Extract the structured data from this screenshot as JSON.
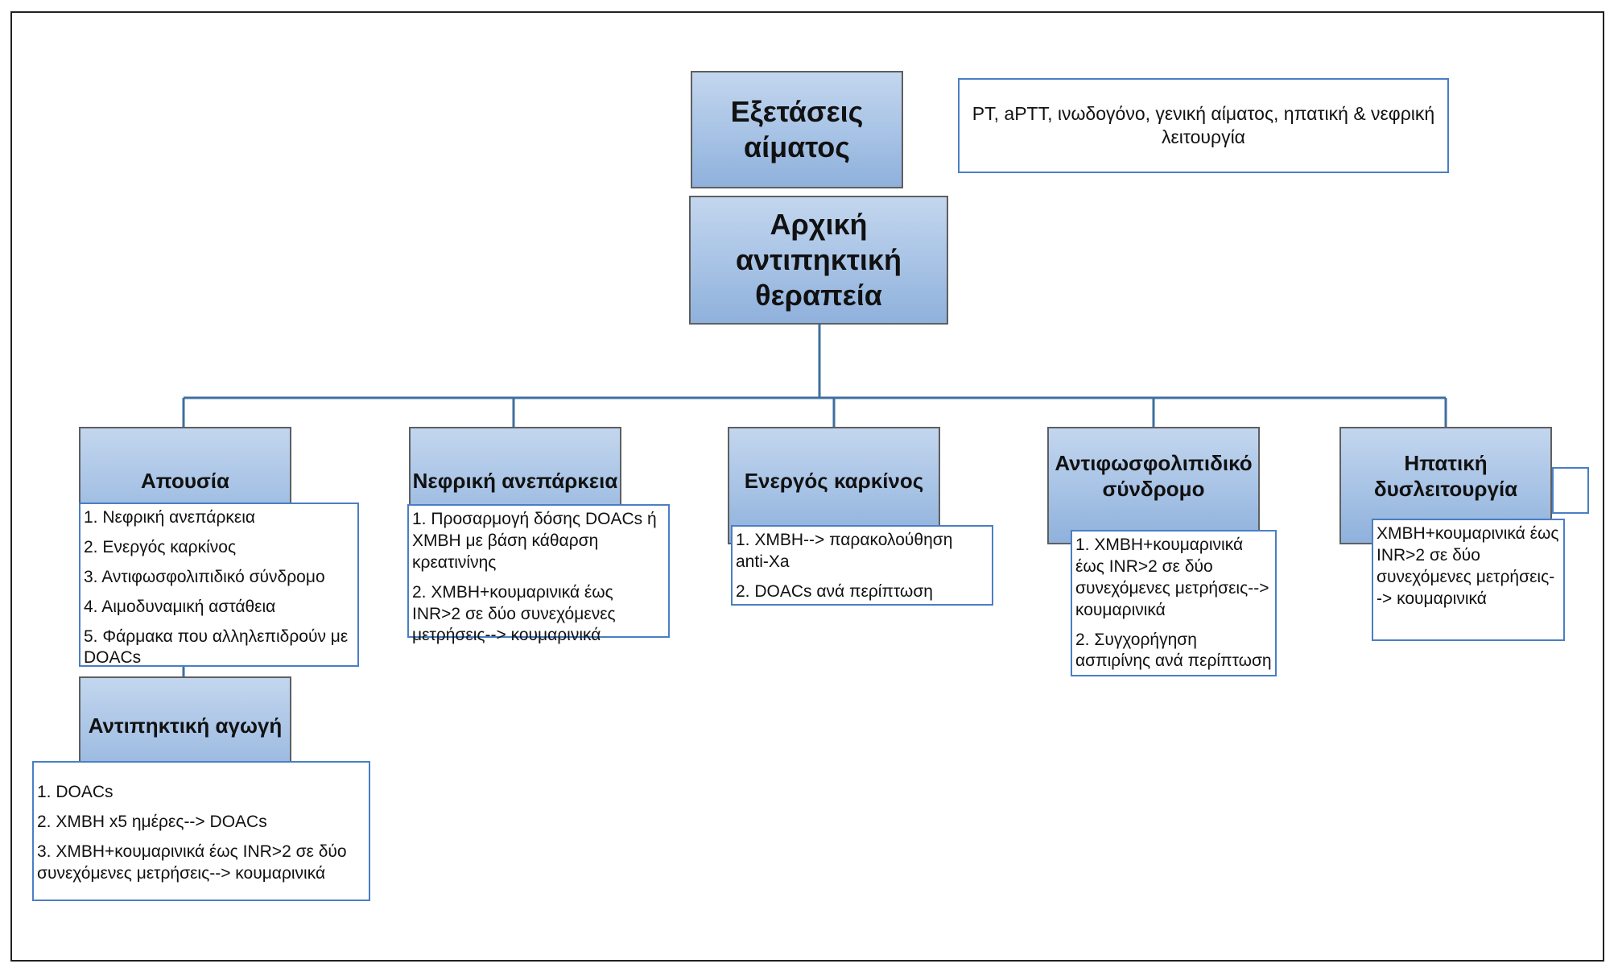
{
  "diagram": {
    "root": {
      "title": "Αρχική αντιπηκτική θεραπεία",
      "pre_step": "Εξετάσεις αίματος",
      "pre_step_note": "PT, aPTT, ινωδογόνο, γενική αίματος, ηπατική & νεφρική λειτουργία"
    },
    "branches": [
      {
        "title": "Απουσία",
        "items": [
          "1. Νεφρική ανεπάρκεια",
          "2. Ενεργός καρκίνος",
          "3. Αντιφωσφολιπιδικό σύνδρομο",
          "4. Αιμοδυναμική αστάθεια",
          "5. Φάρμακα που αλληλεπιδρούν με DOACs"
        ],
        "child": {
          "title": "Αντιπηκτική αγωγή",
          "items": [
            "1. DOACs",
            "2. ΧΜΒΗ x5 ημέρες--> DOACs",
            "3. ΧΜΒΗ+κουμαρινικά έως INR>2 σε δύο συνεχόμενες μετρήσεις--> κουμαρινικά"
          ]
        }
      },
      {
        "title": "Νεφρική ανεπάρκεια",
        "items": [
          "1. Προσαρμογή δόσης DOACs ή ΧΜΒΗ με βάση κάθαρση κρεατινίνης",
          "2. ΧΜΒΗ+κουμαρινικά έως INR>2 σε δύο συνεχόμενες μετρήσεις--> κουμαρινικά"
        ]
      },
      {
        "title": "Ενεργός καρκίνος",
        "items": [
          "1. ΧΜΒΗ--> παρακολούθηση anti-Xa",
          "2. DOACs ανά περίπτωση"
        ]
      },
      {
        "title": "Αντιφωσφολιπιδικό σύνδρομο",
        "items": [
          "1. ΧΜΒΗ+κουμαρινικά έως INR>2 σε δύο συνεχόμενες μετρήσεις--> κουμαρινικά",
          "2. Συγχορήγηση ασπιρίνης ανά περίπτωση"
        ]
      },
      {
        "title": "Ηπατική δυσλειτουργία",
        "items": [
          "ΧΜΒΗ+κουμαρινικά έως INR>2 σε δύο συνεχόμενες μετρήσεις--> κουμαρινικά"
        ]
      }
    ],
    "colors": {
      "node_fill_top": "#c3d6ee",
      "node_fill_bottom": "#8fb1dc",
      "node_border": "#5f5f5f",
      "connector": "#3f6f9f",
      "note_border": "#4a7ec5"
    }
  }
}
